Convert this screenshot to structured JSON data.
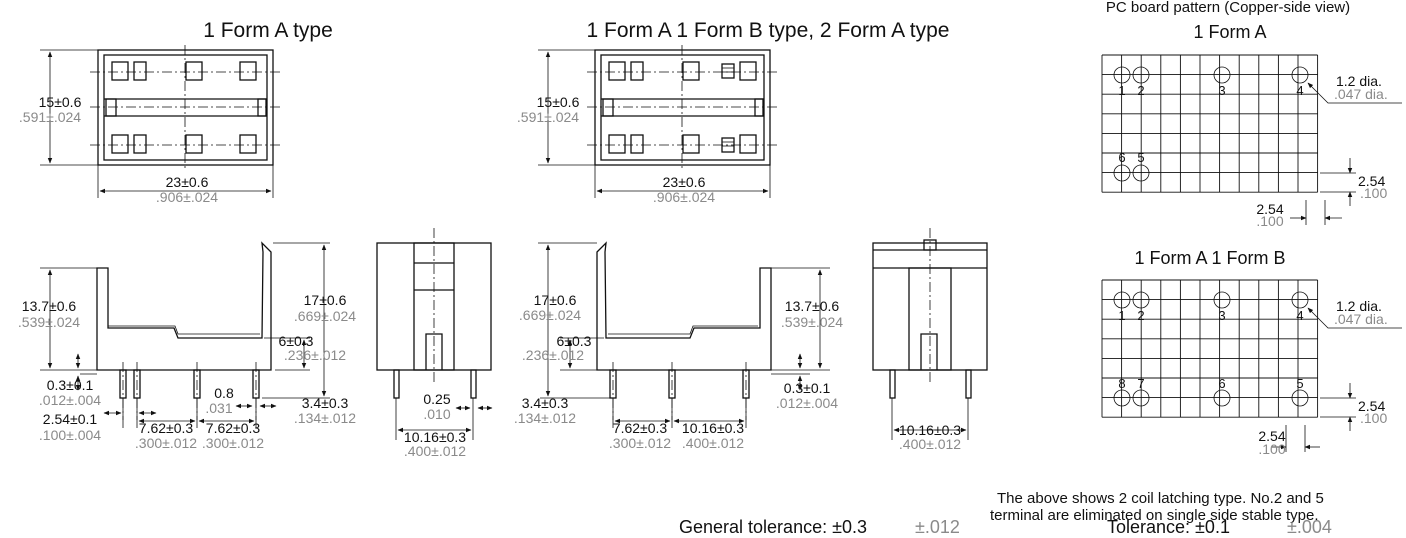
{
  "headings": {
    "form_a": "1 Form A type",
    "form_ab": "1 Form A 1 Form B type, 2 Form A type",
    "pcb_title": "PC board pattern (Copper-side view)",
    "pcb_a": "1 Form A",
    "pcb_ab": "1 Form A 1 Form B"
  },
  "dims": {
    "height_top": {
      "mm": "15±0.6",
      "inch": ".591±.024"
    },
    "width_top": {
      "mm": "23±0.6",
      "inch": ".906±.024"
    },
    "h137": {
      "mm": "13.7±0.6",
      "inch": ".539±.024"
    },
    "h17": {
      "mm": "17±0.6",
      "inch": ".669±.024"
    },
    "h6": {
      "mm": "6±0.3",
      "inch": ".236±.012"
    },
    "t03": {
      "mm": "0.3±0.1",
      "inch": ".012±.004"
    },
    "p254": {
      "mm": "2.54±0.1",
      "inch": ".100±.004"
    },
    "p762": {
      "mm": "7.62±0.3",
      "inch": ".300±.012"
    },
    "p1016": {
      "mm": "10.16±0.3",
      "inch": ".400±.012"
    },
    "w08": {
      "mm": "0.8",
      "inch": ".031"
    },
    "w025": {
      "mm": "0.25",
      "inch": ".010"
    },
    "l34": {
      "mm": "3.4±0.3",
      "inch": ".134±.012"
    },
    "hole": {
      "mm": "1.2 dia.",
      "inch": ".047 dia."
    },
    "grid": {
      "mm": "2.54",
      "inch": ".100"
    }
  },
  "pins_a": [
    "1",
    "2",
    "3",
    "4",
    "6",
    "5"
  ],
  "pins_ab": [
    "1",
    "2",
    "3",
    "4",
    "8",
    "7",
    "6",
    "5"
  ],
  "note": [
    "The above shows 2 coil latching type. No.2 and 5",
    "terminal are eliminated on single side stable type."
  ],
  "tolerance": {
    "general_label": "General tolerance: ±0.3",
    "general_inch": "±.012",
    "pcb_label": "Tolerance: ±0.1",
    "pcb_inch": "±.004"
  }
}
